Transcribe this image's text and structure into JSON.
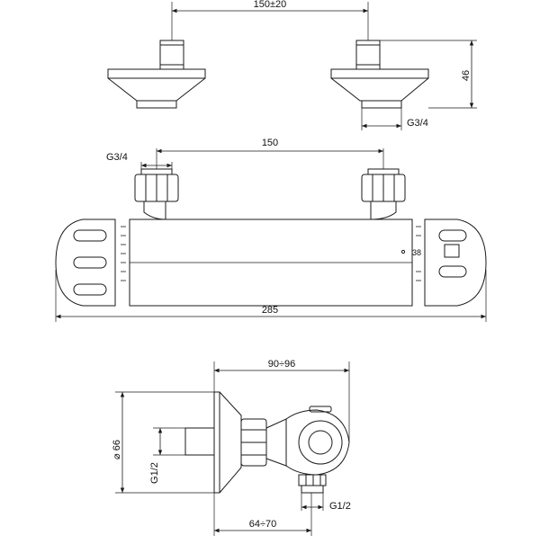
{
  "drawing": {
    "stroke_color": "#1a1a1a",
    "dimension_color": "#1a1a1a",
    "background": "#ffffff"
  },
  "top_view": {
    "spacing_label": "150±20",
    "height_label": "46",
    "thread_label": "G3/4"
  },
  "front_view": {
    "inlet_spacing_label": "150",
    "thread_label": "G3/4",
    "overall_length_label": "285",
    "temperature_mark": "38"
  },
  "side_view": {
    "depth_label": "90÷96",
    "diameter_label": "⌀ 66",
    "inlet_thread_label": "G1/2",
    "outlet_thread_label": "G1/2",
    "offset_label": "64÷70"
  }
}
